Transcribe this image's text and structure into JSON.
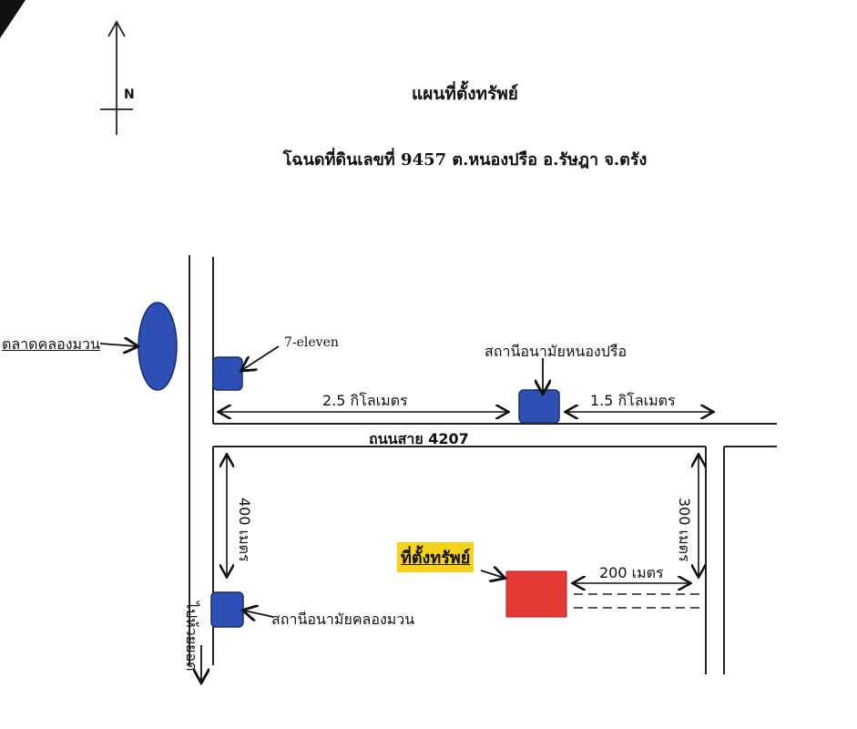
{
  "header": {
    "title": "แผนที่ตั้งทรัพย์",
    "subtitle": "โฉนดที่ดินเลขที่ 9457 ต.หนองปรือ อ.รัษฎา จ.ตรัง",
    "north_label": "N"
  },
  "landmarks": {
    "market": "ตลาดคลองมวน",
    "seven_eleven": "7-eleven",
    "health_station_north": "สถานีอนามัยหนองปรือ",
    "health_station_south": "สถานีอนามัยคลองมวน",
    "property": "ที่ตั้งทรัพย์"
  },
  "roads": {
    "main_road": "ถนนสาย 4207",
    "south_direction": "ไปห้วยยอด"
  },
  "distances": {
    "d_west": "2.5  กิโลเมตร",
    "d_east": "1.5  กิโลเมตร",
    "d_400": "400 เมตร",
    "d_300": "300 เมตร",
    "d_200": "200 เมตร"
  },
  "colors": {
    "landmark_blue": "#2e4fb5",
    "property_red": "#e53935",
    "label_highlight": "#f7d21c"
  }
}
